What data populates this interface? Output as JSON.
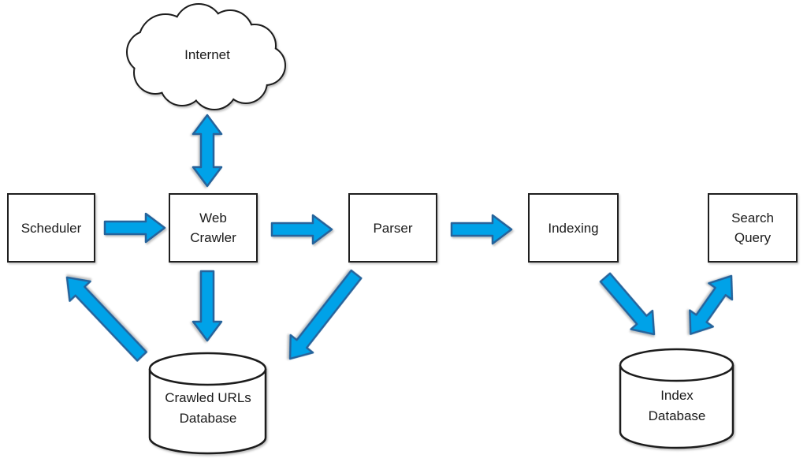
{
  "nodes": {
    "internet": {
      "label": "Internet"
    },
    "scheduler": {
      "label": "Scheduler"
    },
    "web_crawler": {
      "line1": "Web",
      "line2": "Crawler"
    },
    "parser": {
      "label": "Parser"
    },
    "indexing": {
      "label": "Indexing"
    },
    "search_query": {
      "line1": "Search",
      "line2": "Query"
    },
    "crawled_urls_db": {
      "line1": "Crawled URLs",
      "line2": "Database"
    },
    "index_db": {
      "line1": "Index",
      "line2": "Database"
    }
  },
  "edges": [
    {
      "from": "internet",
      "to": "web_crawler",
      "bidirectional": true
    },
    {
      "from": "scheduler",
      "to": "web_crawler",
      "bidirectional": false
    },
    {
      "from": "web_crawler",
      "to": "parser",
      "bidirectional": false
    },
    {
      "from": "parser",
      "to": "indexing",
      "bidirectional": false
    },
    {
      "from": "web_crawler",
      "to": "crawled_urls_db",
      "bidirectional": false
    },
    {
      "from": "crawled_urls_db",
      "to": "scheduler",
      "bidirectional": false
    },
    {
      "from": "parser",
      "to": "crawled_urls_db",
      "bidirectional": false
    },
    {
      "from": "indexing",
      "to": "index_db",
      "bidirectional": false
    },
    {
      "from": "search_query",
      "to": "index_db",
      "bidirectional": true
    }
  ],
  "colors": {
    "arrow_fill": "#00A2E8",
    "arrow_stroke": "#25649B",
    "shape_stroke": "#1F1F1F",
    "text_color": "#1A1A1A",
    "background": "#FFFFFF"
  }
}
